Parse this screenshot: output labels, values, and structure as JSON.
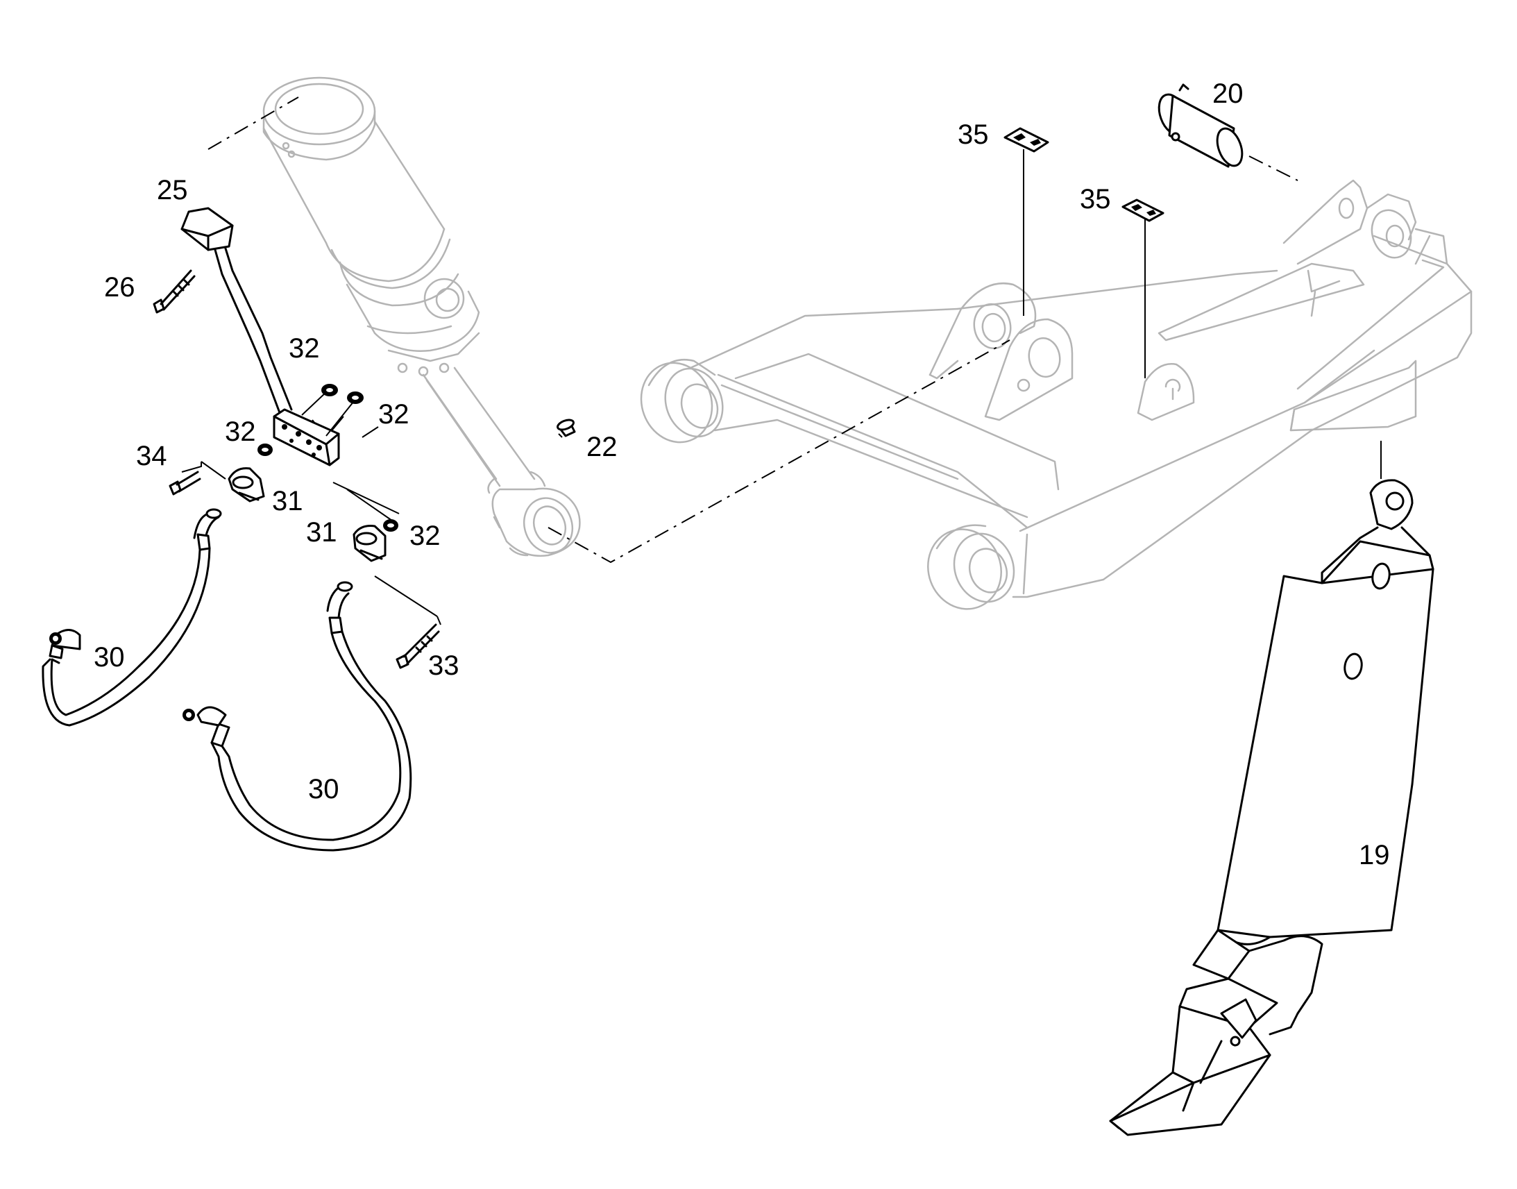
{
  "diagram": {
    "callouts": [
      {
        "id": "c20",
        "text": "20"
      },
      {
        "id": "c35a",
        "text": "35"
      },
      {
        "id": "c35b",
        "text": "35"
      },
      {
        "id": "c25",
        "text": "25"
      },
      {
        "id": "c26",
        "text": "26"
      },
      {
        "id": "c32a",
        "text": "32"
      },
      {
        "id": "c32b",
        "text": "32"
      },
      {
        "id": "c32c",
        "text": "32"
      },
      {
        "id": "c32d",
        "text": "32"
      },
      {
        "id": "c34",
        "text": "34"
      },
      {
        "id": "c31a",
        "text": "31"
      },
      {
        "id": "c31b",
        "text": "31"
      },
      {
        "id": "c22",
        "text": "22"
      },
      {
        "id": "c30a",
        "text": "30"
      },
      {
        "id": "c30b",
        "text": "30"
      },
      {
        "id": "c33",
        "text": "33"
      },
      {
        "id": "c19",
        "text": "19"
      }
    ]
  }
}
